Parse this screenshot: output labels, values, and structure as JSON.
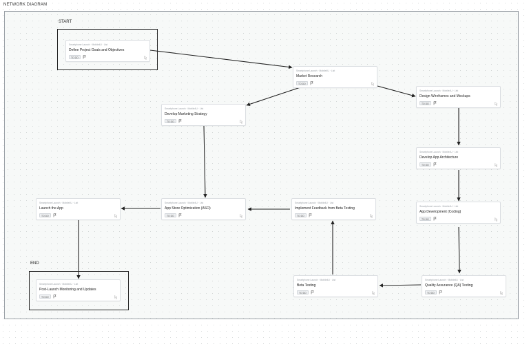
{
  "page_title": "NETWORK DIAGRAM",
  "groups": {
    "start": "START",
    "end": "END"
  },
  "tasks": {
    "define_goals": {
      "meta": "Smartphone Launch · Mobile4U · List",
      "title": "Define Project Goals and Objectives",
      "status": "TO DO"
    },
    "market_research": {
      "meta": "Smartphone Launch · Mobile4U · List",
      "title": "Market Research",
      "status": "TO DO"
    },
    "design_wireframes": {
      "meta": "Smartphone Launch · Mobile4U · List",
      "title": "Design Wireframes and Mockups",
      "status": "TO DO"
    },
    "marketing_strategy": {
      "meta": "Smartphone Launch · Mobile4U · List",
      "title": "Develop Marketing Strategy",
      "status": "TO DO"
    },
    "app_architecture": {
      "meta": "Smartphone Launch · Mobile4U · List",
      "title": "Develop App Architecture",
      "status": "TO DO"
    },
    "launch_app": {
      "meta": "Smartphone Launch · Mobile4U · List",
      "title": "Launch the App",
      "status": "TO DO"
    },
    "aso": {
      "meta": "Smartphone Launch · Mobile4U · List",
      "title": "App Store Optimization (ASO)",
      "status": "TO DO"
    },
    "implement_feedback": {
      "meta": "Smartphone Launch · Mobile4U · List",
      "title": "Implement Feedback from Beta Testing",
      "status": "TO DO"
    },
    "app_development": {
      "meta": "Smartphone Launch · Mobile4U · List",
      "title": "App Development (Coding)",
      "status": "TO DO"
    },
    "post_launch": {
      "meta": "Smartphone Launch · Mobile4U · List",
      "title": "Post-Launch Monitoring and Updates",
      "status": "TO DO"
    },
    "beta_testing": {
      "meta": "Smartphone Launch · Mobile4U · List",
      "title": "Beta Testing",
      "status": "TO DO"
    },
    "qa_testing": {
      "meta": "Smartphone Launch · Mobile4U · List",
      "title": "Quality Assurance (QA) Testing",
      "status": "TO DO"
    }
  },
  "icons": {
    "flag": "flag-icon",
    "cursor": "cursor-icon"
  },
  "colors": {
    "edge": "#222222",
    "group_border": "#222222",
    "canvas_border": "#9aa0a6"
  }
}
